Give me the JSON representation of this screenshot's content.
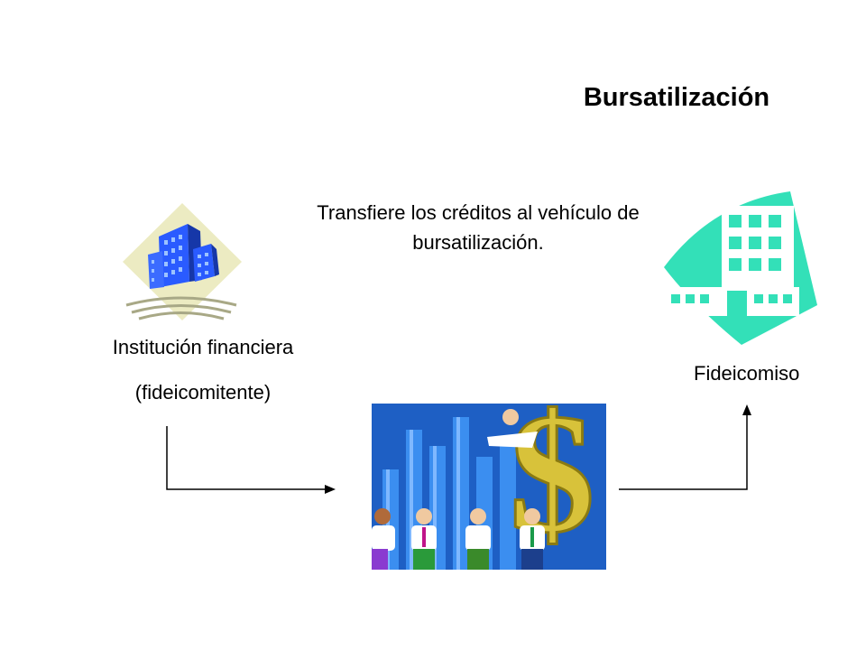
{
  "slide": {
    "title": "Bursatilización",
    "caption": "Transfiere los créditos al vehículo de bursatilización.",
    "institution_line1": "Institución financiera",
    "institution_line2": "(fideicomitente)",
    "trust_label": "Fideicomiso"
  },
  "icons": {
    "institution": "office-buildings-clipart",
    "center": "business-people-money-clipart",
    "trust": "trust-building-clipart"
  },
  "colors": {
    "diamond": "#ecebc2",
    "building_blue": "#2a5bff",
    "trust_green": "#33e0b8",
    "center_bg": "#1e5fc4",
    "dollar_gold": "#d8c23a"
  }
}
